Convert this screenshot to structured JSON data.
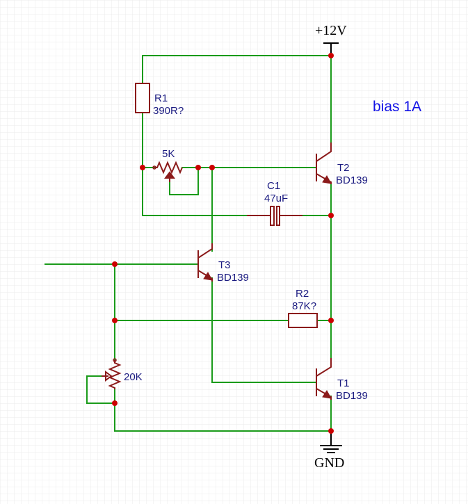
{
  "power": {
    "vcc": "+12V",
    "gnd": "GND"
  },
  "note": "bias 1A",
  "components": {
    "r1": {
      "ref": "R1",
      "value": "390R?"
    },
    "r2": {
      "ref": "R2",
      "value": "87K?"
    },
    "c1": {
      "ref": "C1",
      "value": "47uF"
    },
    "pot_5k": {
      "value": "5K"
    },
    "pot_20k": {
      "value": "20K"
    },
    "t1": {
      "ref": "T1",
      "value": "BD139"
    },
    "t2": {
      "ref": "T2",
      "value": "BD139"
    },
    "t3": {
      "ref": "T3",
      "value": "BD139"
    }
  },
  "colors": {
    "wire": "#1a9b1a",
    "part": "#8b1a1a",
    "junction": "#cc0000",
    "label": "#1a1a80",
    "note": "#1414e6"
  }
}
